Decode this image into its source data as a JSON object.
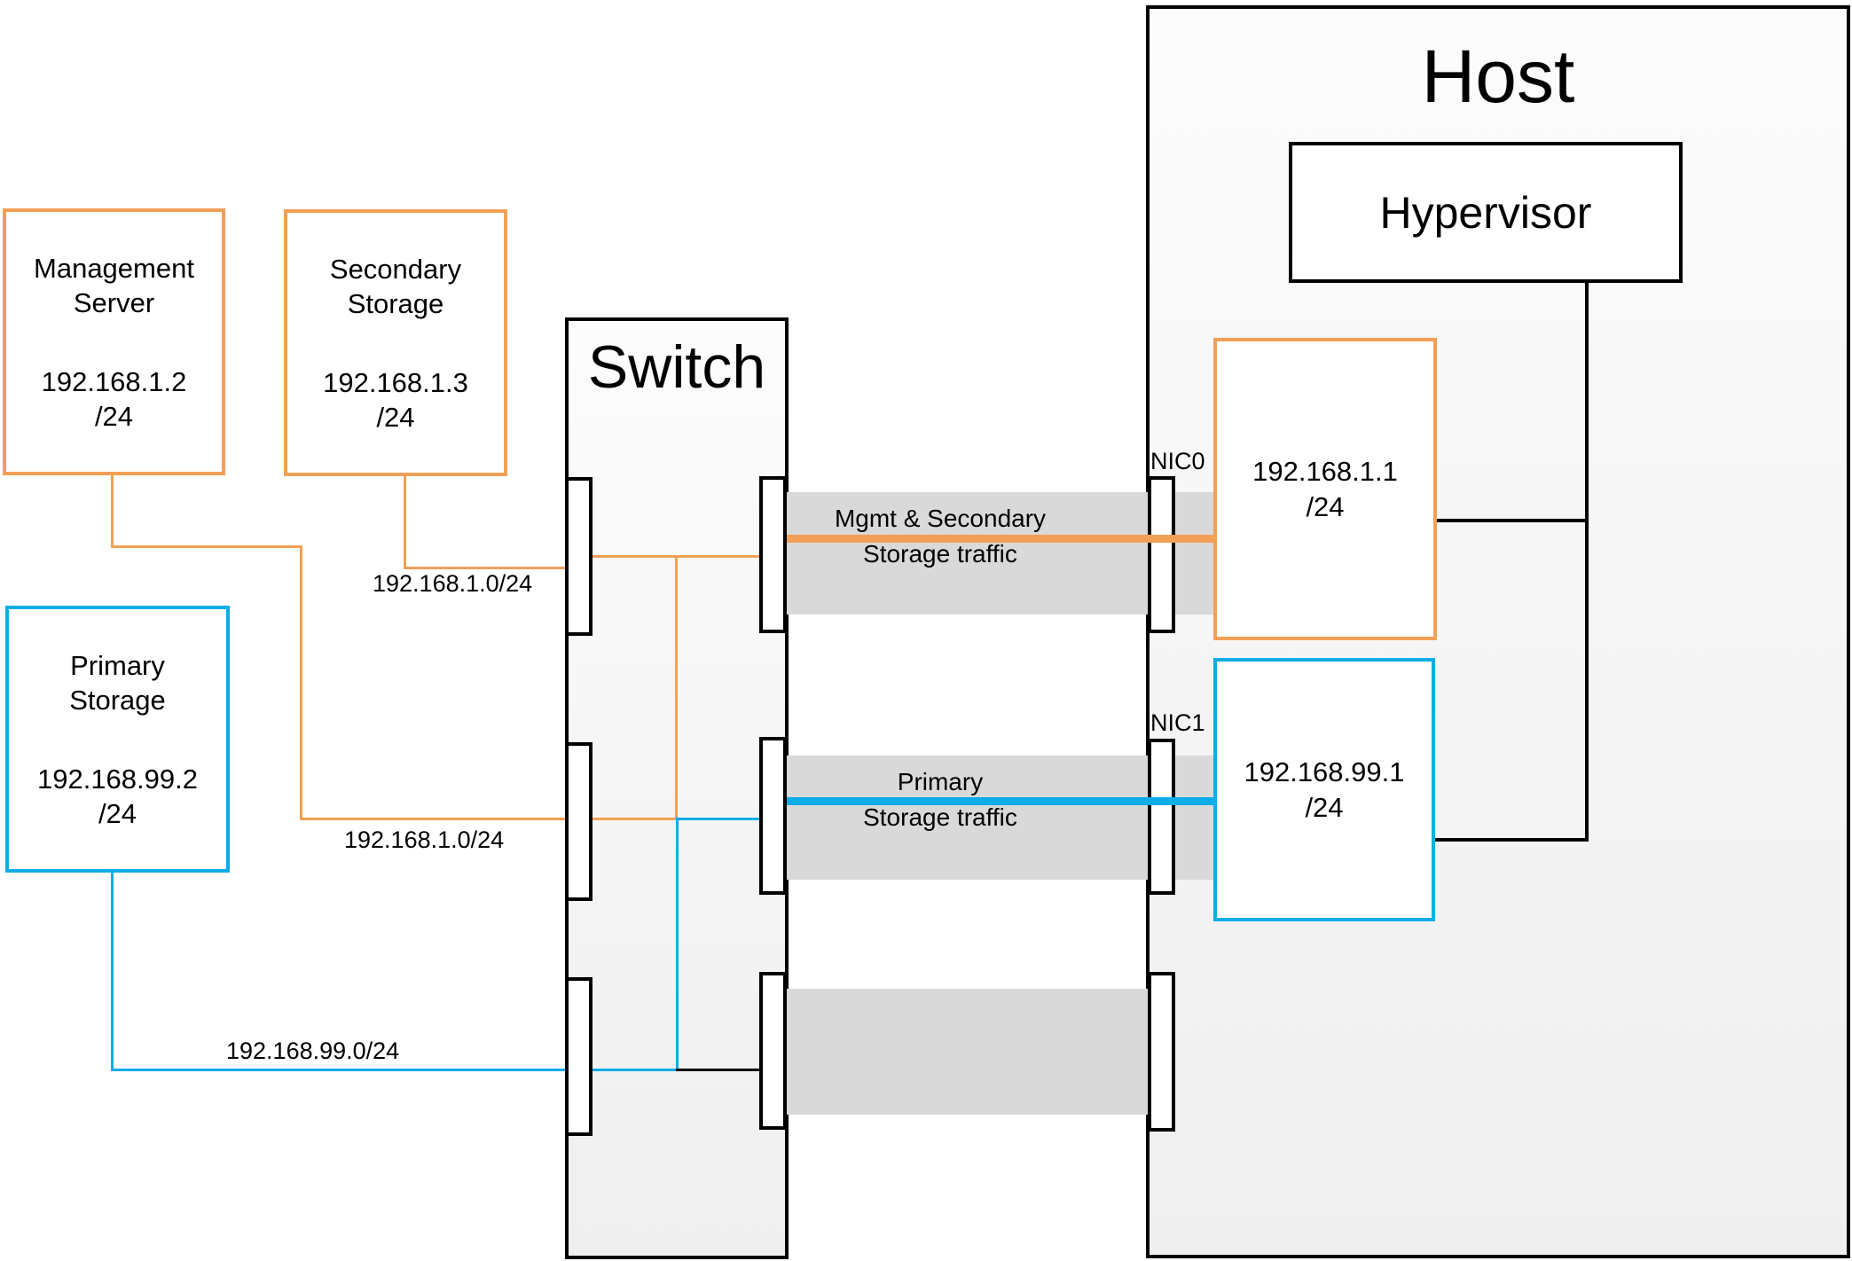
{
  "titles": {
    "host": "Host",
    "switch": "Switch",
    "hypervisor": "Hypervisor"
  },
  "servers": {
    "management": {
      "name_line1": "Management",
      "name_line2": "Server",
      "ip": "192.168.1.2",
      "cidr": "/24"
    },
    "secondary": {
      "name_line1": "Secondary",
      "name_line2": "Storage",
      "ip": "192.168.1.3",
      "cidr": "/24"
    },
    "primary": {
      "name_line1": "Primary",
      "name_line2": "Storage",
      "ip": "192.168.99.2",
      "cidr": "/24"
    }
  },
  "nics": {
    "nic0": {
      "port_label": "NIC0",
      "ip": "192.168.1.1",
      "cidr": "/24"
    },
    "nic1": {
      "port_label": "NIC1",
      "ip": "192.168.99.1",
      "cidr": "/24"
    }
  },
  "subnet_labels": {
    "secondary_link": "192.168.1.0/24",
    "management_link": "192.168.1.0/24",
    "primary_link": "192.168.99.0/24"
  },
  "traffic_bands": {
    "mgmt_secondary": {
      "line1": "Mgmt & Secondary",
      "line2": "Storage traffic"
    },
    "primary": {
      "line1": "Primary",
      "line2": "Storage traffic"
    }
  },
  "colors": {
    "orange": "#F2A056",
    "blue": "#0BADE8",
    "band_gray": "#D9D9D9",
    "line_black": "#000000"
  }
}
